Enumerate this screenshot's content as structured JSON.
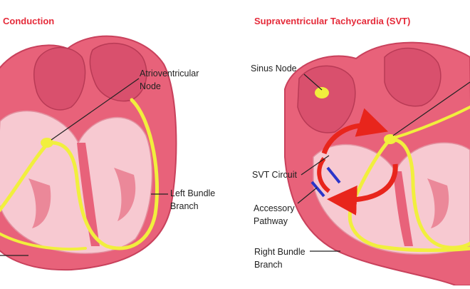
{
  "titles": {
    "normal": "Conduction",
    "svt": "Supraventricular Tachycardia (SVT)"
  },
  "labels": {
    "av_node": [
      "Atrioventricular",
      "Node"
    ],
    "left_bundle": [
      "Left Bundle",
      "Branch"
    ],
    "sinus_node": "Sinus Node",
    "svt_circuit": "SVT Circuit",
    "accessory_pathway": [
      "Accessory",
      "Pathway"
    ],
    "right_bundle": [
      "Right Bundle",
      "Branch"
    ]
  },
  "icons": {
    "conduction_pathway": "conduction-pathway-icon",
    "re_entry_arrow": "red-curved-arrow-icon",
    "accessory_marker": "blue-bar-icon"
  },
  "colors": {
    "title": "#e52b3a",
    "heart_outer": "#e8627a",
    "heart_inner": "#f7c9d1",
    "conduction": "#f1ef3d",
    "circuit": "#e8251c",
    "accessory": "#2b35c9",
    "label_text": "#222222"
  }
}
